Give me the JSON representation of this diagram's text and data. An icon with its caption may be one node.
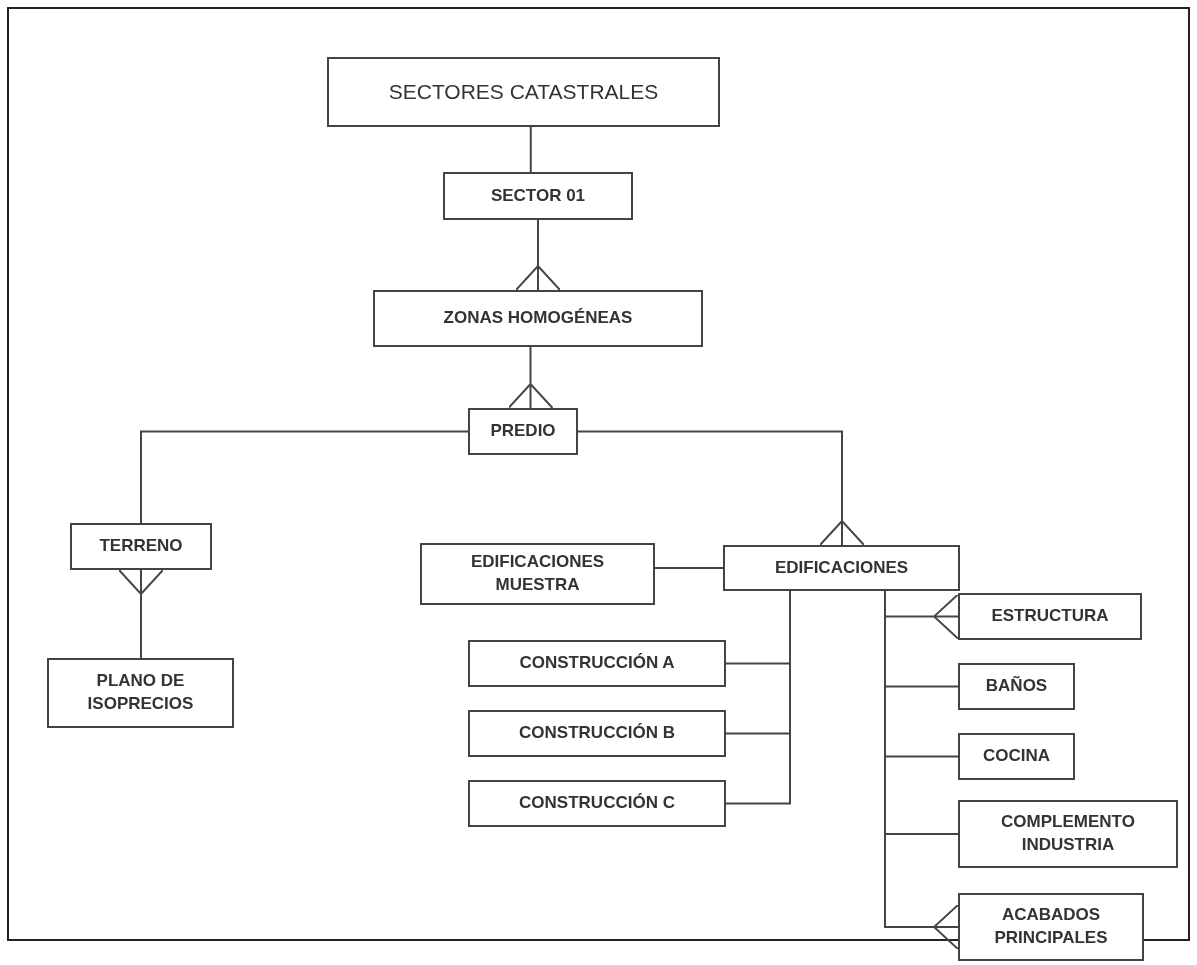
{
  "diagram": {
    "nodes": [
      {
        "text": [
          "SECTORES CATASTRALES"
        ]
      },
      {
        "text": [
          "SECTOR 01"
        ]
      },
      {
        "text": [
          "ZONAS HOMOGÉNEAS"
        ]
      },
      {
        "text": [
          "PREDIO"
        ]
      },
      {
        "text": [
          "TERRENO"
        ]
      },
      {
        "text": [
          "EDIFICACIONES MUESTRA"
        ]
      },
      {
        "text": [
          "EDIFICACIONES"
        ]
      },
      {
        "text": [
          "PLANO DE ISOPRECIOS"
        ]
      },
      {
        "text": [
          "CONSTRUCCIÓN A"
        ]
      },
      {
        "text": [
          "CONSTRUCCIÓN B"
        ]
      },
      {
        "text": [
          "CONSTRUCCIÓN C"
        ]
      },
      {
        "text": [
          "ESTRUCTURA"
        ]
      },
      {
        "text": [
          "BAÑOS"
        ]
      },
      {
        "text": [
          "COCINA"
        ]
      },
      {
        "text": [
          "COMPLEMENTO INDUSTRIA"
        ]
      },
      {
        "text": [
          "ACABADOS PRINCIPALES"
        ]
      }
    ],
    "edges": [
      {
        "from": 0,
        "to": 1,
        "arrow": "none"
      },
      {
        "from": 1,
        "to": 2,
        "arrow": "other"
      },
      {
        "from": 2,
        "to": 3,
        "arrow": "other"
      },
      {
        "from": 3,
        "to": 4,
        "arrow": "none"
      },
      {
        "from": 3,
        "to": 6,
        "arrow": "other"
      },
      {
        "from": 7,
        "to": 4,
        "arrow": "other"
      },
      {
        "from": 5,
        "to": 6,
        "arrow": "none"
      },
      {
        "from": 6,
        "to": 8,
        "arrow": "none"
      },
      {
        "from": 6,
        "to": 9,
        "arrow": "none"
      },
      {
        "from": 6,
        "to": 10,
        "arrow": "none"
      },
      {
        "from": 6,
        "to": 11,
        "arrow": "other"
      },
      {
        "from": 6,
        "to": 12,
        "arrow": "none"
      },
      {
        "from": 6,
        "to": 13,
        "arrow": "none"
      },
      {
        "from": 6,
        "to": 14,
        "arrow": "none"
      },
      {
        "from": 6,
        "to": 15,
        "arrow": "other"
      }
    ]
  }
}
